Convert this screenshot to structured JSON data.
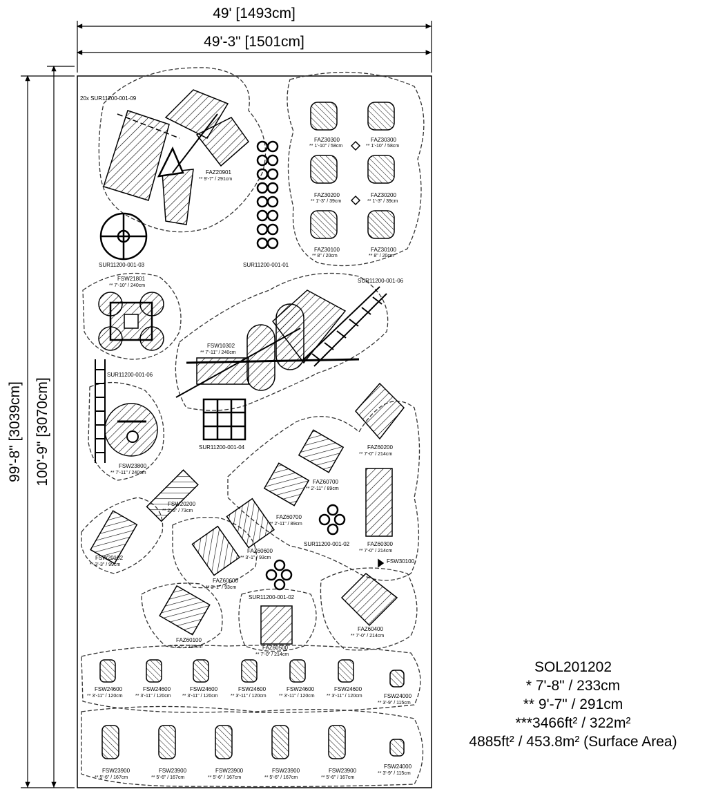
{
  "dimensions": {
    "width_outer": "49' [1493cm]",
    "width_inner": "49'-3\" [1501cm]",
    "height_outer": "99'-8\" [3039cm]",
    "height_inner": "100'-9\" [3070cm]"
  },
  "summary": {
    "model": "SOL201202",
    "line1": "* 7'-8\" / 233cm",
    "line2": "** 9'-7\" / 291cm",
    "line3": "***3466ft² / 322m²",
    "line4": "4885ft² / 453.8m² (Surface Area)"
  },
  "surfacing_note": "20x SUR11200-001-09",
  "components": [
    {
      "code": "FAZ20901",
      "size": "** 9'-7\" / 291cm"
    },
    {
      "code": "SUR11200-001-03",
      "size": ""
    },
    {
      "code": "SUR11200-001-01",
      "size": ""
    },
    {
      "code": "FAZ30300",
      "size": "** 1'-10\" / 58cm"
    },
    {
      "code": "FAZ30300",
      "size": "** 1'-10\" / 58cm"
    },
    {
      "code": "FAZ30200",
      "size": "** 1'-3\" / 39cm"
    },
    {
      "code": "FAZ30200",
      "size": "** 1'-3\" / 39cm"
    },
    {
      "code": "FAZ30100",
      "size": "** 8\" / 20cm"
    },
    {
      "code": "FAZ30100",
      "size": "** 8\" / 20cm"
    },
    {
      "code": "FSW21801",
      "size": "** 7'-10\" / 240cm"
    },
    {
      "code": "SUR11200-001-06",
      "size": ""
    },
    {
      "code": "FSW10302",
      "size": "** 7'-11\" / 240cm"
    },
    {
      "code": "SUR11200-001-06",
      "size": ""
    },
    {
      "code": "SUR11200-001-04",
      "size": ""
    },
    {
      "code": "FSW23800",
      "size": "** 7'-11\" / 240cm"
    },
    {
      "code": "FAZ60200",
      "size": "** 7'-0\" / 214cm"
    },
    {
      "code": "FAZ60700",
      "size": "** 2'-11\" / 89cm"
    },
    {
      "code": "FSW20200",
      "size": "** 2'-5\" / 73cm"
    },
    {
      "code": "FAZ60700",
      "size": "** 2'-11\" / 89cm"
    },
    {
      "code": "SUR11200-001-02",
      "size": ""
    },
    {
      "code": "FAZ60300",
      "size": "** 7'-0\" / 214cm"
    },
    {
      "code": "FSW20102",
      "size": "** 3'-3\" / 99cm"
    },
    {
      "code": "FAZ60600",
      "size": "** 3'-1\" / 93cm"
    },
    {
      "code": "FAZ60600",
      "size": "** 3'-1\" / 93cm"
    },
    {
      "code": "FSW30100",
      "size": ""
    },
    {
      "code": "SUR11200-001-02",
      "size": ""
    },
    {
      "code": "FAZ60400",
      "size": "** 7'-0\" / 214cm"
    },
    {
      "code": "FAZ60100",
      "size": "** 7'-0\" / 214cm"
    },
    {
      "code": "FAZ60500",
      "size": "** 7'-0\" / 214cm"
    },
    {
      "code": "FSW24600",
      "size": "** 3'-11\" / 120cm"
    },
    {
      "code": "FSW24600",
      "size": "** 3'-11\" / 120cm"
    },
    {
      "code": "FSW24600",
      "size": "** 3'-11\" / 120cm"
    },
    {
      "code": "FSW24600",
      "size": "** 3'-11\" / 120cm"
    },
    {
      "code": "FSW24600",
      "size": "** 3'-11\" / 120cm"
    },
    {
      "code": "FSW24600",
      "size": "** 3'-11\" / 120cm"
    },
    {
      "code": "FSW24000",
      "size": "** 3'-9\" / 115cm"
    },
    {
      "code": "FSW23900",
      "size": "** 5'-6\" / 167cm"
    },
    {
      "code": "FSW23900",
      "size": "** 5'-6\" / 167cm"
    },
    {
      "code": "FSW23900",
      "size": "** 5'-6\" / 167cm"
    },
    {
      "code": "FSW23900",
      "size": "** 5'-6\" / 167cm"
    },
    {
      "code": "FSW23900",
      "size": "** 5'-6\" / 167cm"
    },
    {
      "code": "FSW24000",
      "size": "** 3'-9\" / 115cm"
    }
  ]
}
